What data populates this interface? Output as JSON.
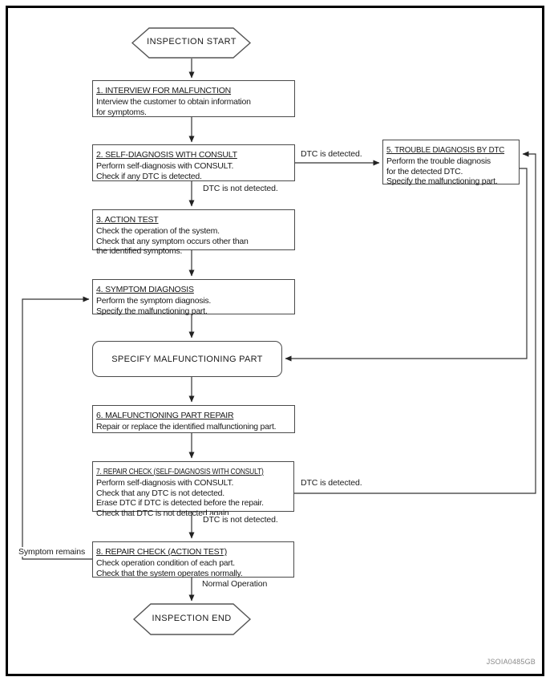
{
  "diagram": {
    "start_label": "INSPECTION START",
    "end_label": "INSPECTION END",
    "specify_label": "SPECIFY MALFUNCTIONING PART",
    "figure_code": "JSOIA0485GB",
    "colors": {
      "line": "#333333",
      "box_border": "#4a4a4a",
      "background": "#ffffff",
      "text": "#1a1a1a"
    }
  },
  "steps": [
    {
      "title": "1. INTERVIEW FOR MALFUNCTION",
      "lines": [
        "Interview the customer to obtain information",
        "for symptoms."
      ]
    },
    {
      "title": "2. SELF-DIAGNOSIS WITH CONSULT",
      "lines": [
        "Perform self-diagnosis with CONSULT.",
        "Check if any DTC is detected."
      ]
    },
    {
      "title": "3. ACTION TEST",
      "lines": [
        "Check the operation of the system.",
        "Check that any symptom occurs other than",
        "the identified symptoms."
      ]
    },
    {
      "title": "4. SYMPTOM DIAGNOSIS",
      "lines": [
        "Perform the symptom diagnosis.",
        "Specify the malfunctioning part."
      ]
    },
    {
      "title": "5. TROUBLE DIAGNOSIS BY DTC",
      "lines": [
        "Perform the trouble diagnosis",
        "for the detected DTC.",
        "Specify the malfunctioning part."
      ]
    },
    {
      "title": "6. MALFUNCTIONING PART REPAIR",
      "lines": [
        "Repair or replace the identified malfunctioning part."
      ]
    },
    {
      "title": "7. REPAIR CHECK (SELF-DIAGNOSIS WITH CONSULT)",
      "lines": [
        "Perform self-diagnosis with CONSULT.",
        "Check that any DTC is not detected.",
        "Erase DTC if DTC is detected before the repair.",
        "Check that DTC is not detected again."
      ]
    },
    {
      "title": "8. REPAIR CHECK (ACTION TEST)",
      "lines": [
        "Check operation condition of each part.",
        "Check that the system operates normally."
      ]
    }
  ],
  "edge_labels": {
    "dtc_detected_top": "DTC is detected.",
    "dtc_not_detected_top": "DTC is not detected.",
    "dtc_detected_bottom": "DTC is detected.",
    "dtc_not_detected_bottom": "DTC is not detected.",
    "normal_operation": "Normal Operation",
    "symptom_remains": "Symptom remains"
  }
}
